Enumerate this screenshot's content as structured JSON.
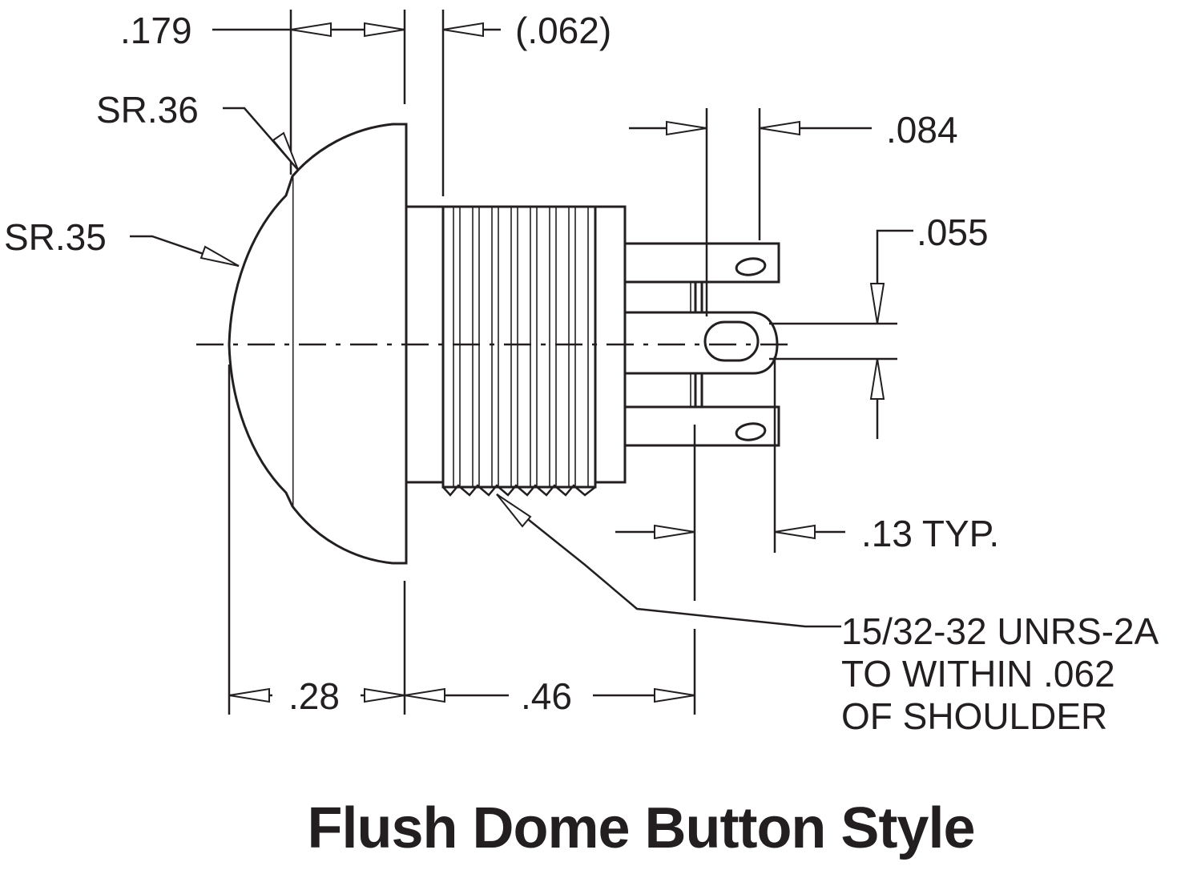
{
  "diagram": {
    "title": "Flush Dome Button Style",
    "dimensions": {
      "cap_depth": ".179",
      "shoulder_gap": "(.062)",
      "cap_sphere_radius": "SR.36",
      "dome_sphere_radius": "SR.35",
      "terminal_spacing": ".084",
      "terminal_hole": ".055",
      "terminal_width": ".13 TYP.",
      "dome_length": ".28",
      "thread_length": ".46"
    },
    "thread_note": {
      "line1": "15/32-32 UNRS-2A",
      "line2": "TO WITHIN .062",
      "line3": "OF SHOULDER"
    }
  }
}
